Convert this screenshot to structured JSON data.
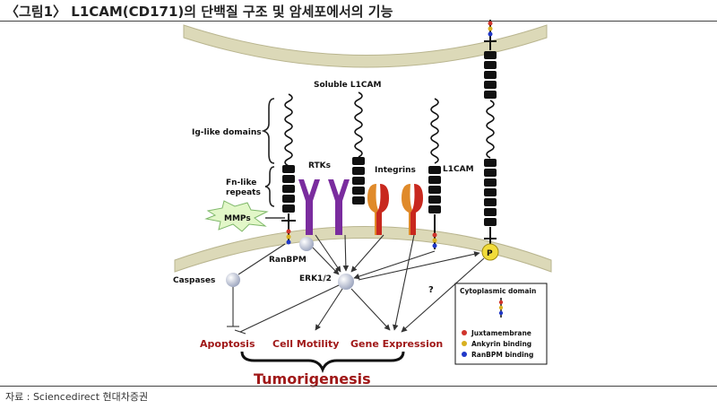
{
  "figure": {
    "title": "〈그림1〉 L1CAM(CD171)의 단백질 구조 및 암세포에서의 기능",
    "source": "자료 : Sciencedirect 현대차증권"
  },
  "labels": {
    "soluble": "Soluble L1CAM",
    "ig_like": "Ig-like domains",
    "fn_like_1": "Fn-like",
    "fn_like_2": "repeats",
    "mmps": "MMPs",
    "rtks": "RTKs",
    "integrins": "Integrins",
    "l1cam": "L1CAM",
    "ranbpm": "RanBPM",
    "caspases": "Caspases",
    "erk": "ERK1/2",
    "question": "?",
    "p": "P",
    "apoptosis": "Apoptosis",
    "cell_motility": "Cell Motility",
    "gene_expression": "Gene Expression",
    "tumorigenesis": "Tumorigenesis"
  },
  "legend": {
    "title": "Cytoplasmic domain",
    "items": [
      {
        "label": "Juxtamembrane",
        "color": "#d0342c"
      },
      {
        "label": "Ankyrin binding",
        "color": "#d8b020"
      },
      {
        "label": "RanBPM binding",
        "color": "#2038c8"
      }
    ]
  },
  "colors": {
    "membrane": "#dcd9b8",
    "rtk": "#7a2c9e",
    "integrin_red": "#c8281e",
    "integrin_orange": "#e08a2a",
    "outcome": "#a01818",
    "node": "#c9cfe0"
  }
}
